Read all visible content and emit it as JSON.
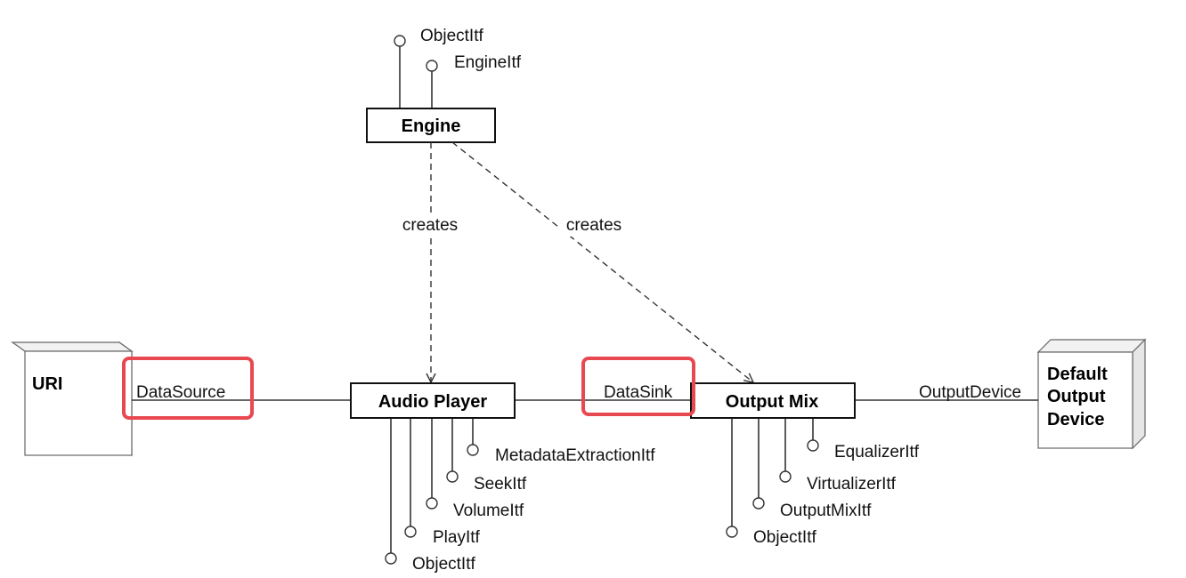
{
  "engine": {
    "label": "Engine",
    "interfaces": [
      "ObjectItf",
      "EngineItf"
    ]
  },
  "creates_label": "creates",
  "audio_player": {
    "label": "Audio Player",
    "interfaces": [
      "MetadataExtractionItf",
      "SeekItf",
      "VolumeItf",
      "PlayItf",
      "ObjectItf"
    ]
  },
  "output_mix": {
    "label": "Output Mix",
    "interfaces": [
      "EqualizerItf",
      "VirtualizerItf",
      "OutputMixItf",
      "ObjectItf"
    ]
  },
  "uri": {
    "label": "URI"
  },
  "default_output_device": {
    "label_lines": [
      "Default",
      "Output",
      "Device"
    ]
  },
  "connections": {
    "data_source": "DataSource",
    "data_sink": "DataSink",
    "output_device": "OutputDevice"
  },
  "colors": {
    "highlight": "#e8484f",
    "line": "#333333",
    "box_border": "#111111"
  },
  "highlighted_labels": [
    "DataSource",
    "DataSink"
  ]
}
